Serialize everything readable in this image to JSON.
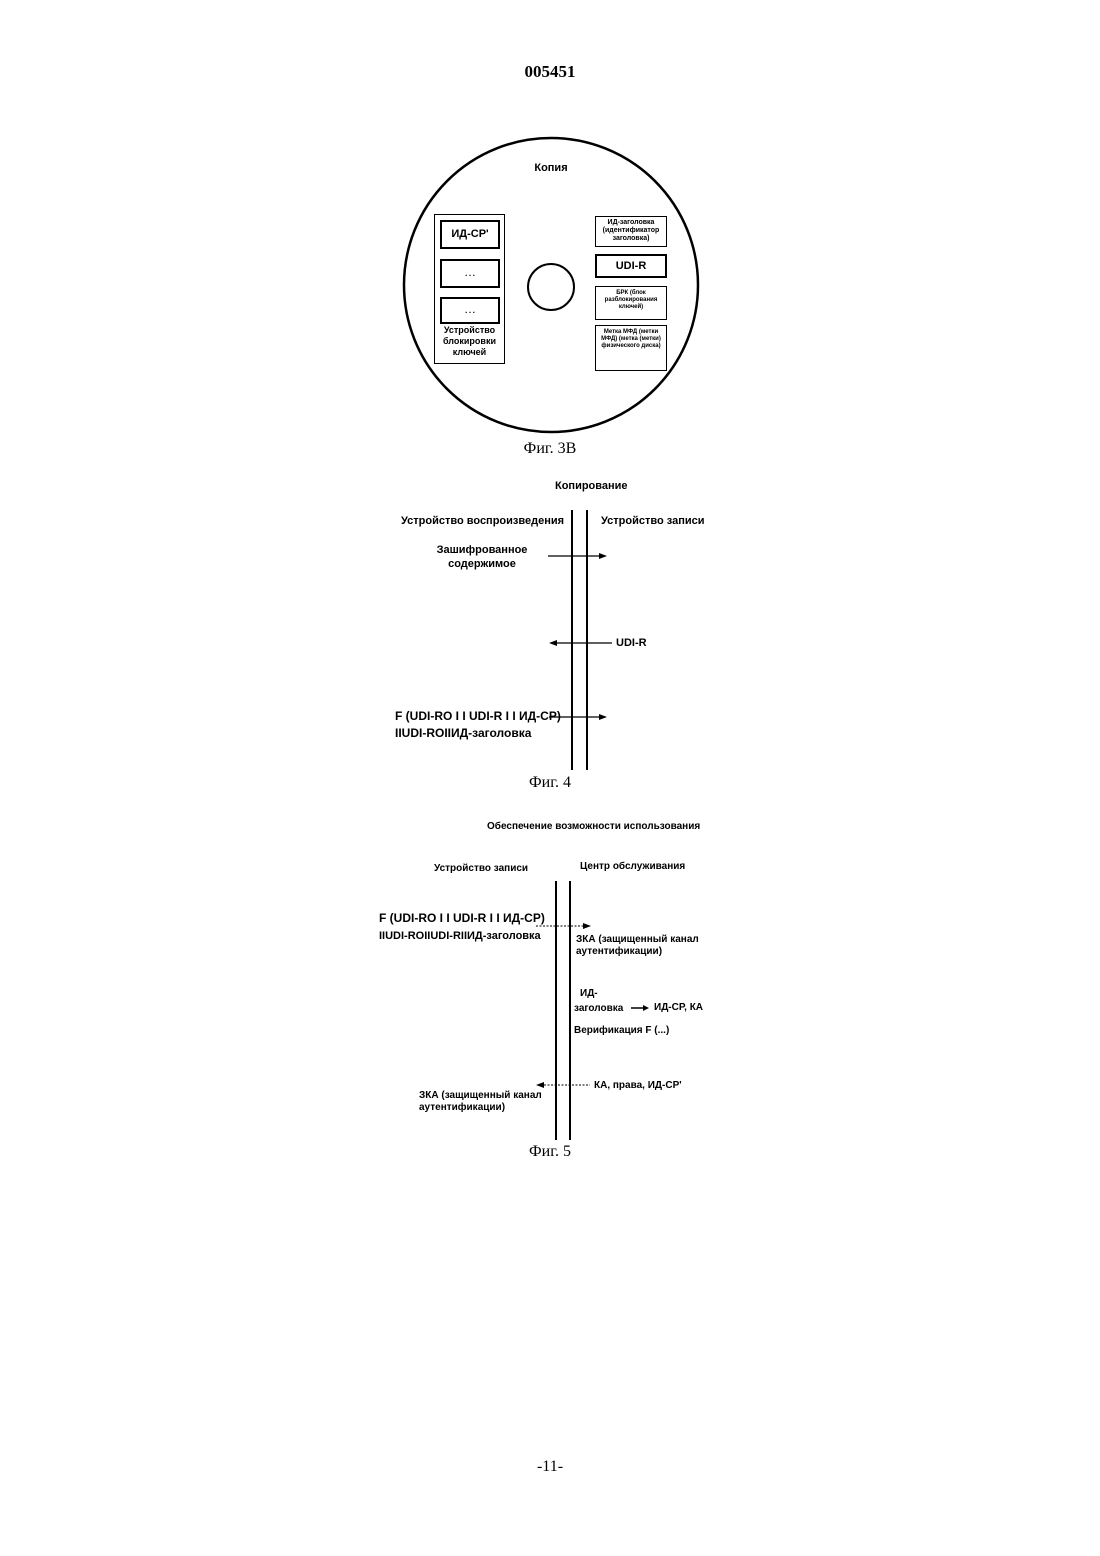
{
  "header": {
    "doc_number": "005451"
  },
  "fig3b": {
    "title": "Копия",
    "left_boxes": [
      "ИД-СР'",
      "…",
      "…"
    ],
    "left_caption": "Устройство блокировки ключей",
    "right_boxes": [
      "ИД-заголовка (идентификатор заголовка)",
      "UDI-R",
      "БРК (блок разблокирования ключей)",
      "Метка МФД (метки МФД) (метка (метки) физического диска)"
    ],
    "caption": "Фиг. 3В"
  },
  "fig4": {
    "title": "Копирование",
    "left_col": "Устройство воспроизведения",
    "right_col": "Устройство записи",
    "msg1": "Зашифрованное содержимое",
    "msg2": "UDI-R",
    "msg3_line1": "F (UDI-RO I I UDI-R I I ИД-СР)",
    "msg3_line2": "IIUDI-ROIIИД-заголовка",
    "caption": "Фиг. 4"
  },
  "fig5": {
    "title": "Обеспечение возможности использования",
    "left_col": "Устройство записи",
    "right_col": "Центр обслуживания",
    "msg1_line1": "F (UDI-RO I I UDI-R I I ИД-СР)",
    "msg1_line2": "IIUDI-ROIIUDI-RIIИД-заголовка",
    "zka_right": "ЗКА (защищенный канал аутентификации)",
    "id_header_line1": "ИД-",
    "id_header_line2": "заголовка",
    "id_header_result": "ИД-СР, КА",
    "verification": "Верификация F (...)",
    "msg_return": "КА, права, ИД-СР'",
    "zka_left": "ЗКА (защищенный канал аутентификации)",
    "caption": "Фиг. 5"
  },
  "footer": {
    "page_number": "-11-"
  }
}
